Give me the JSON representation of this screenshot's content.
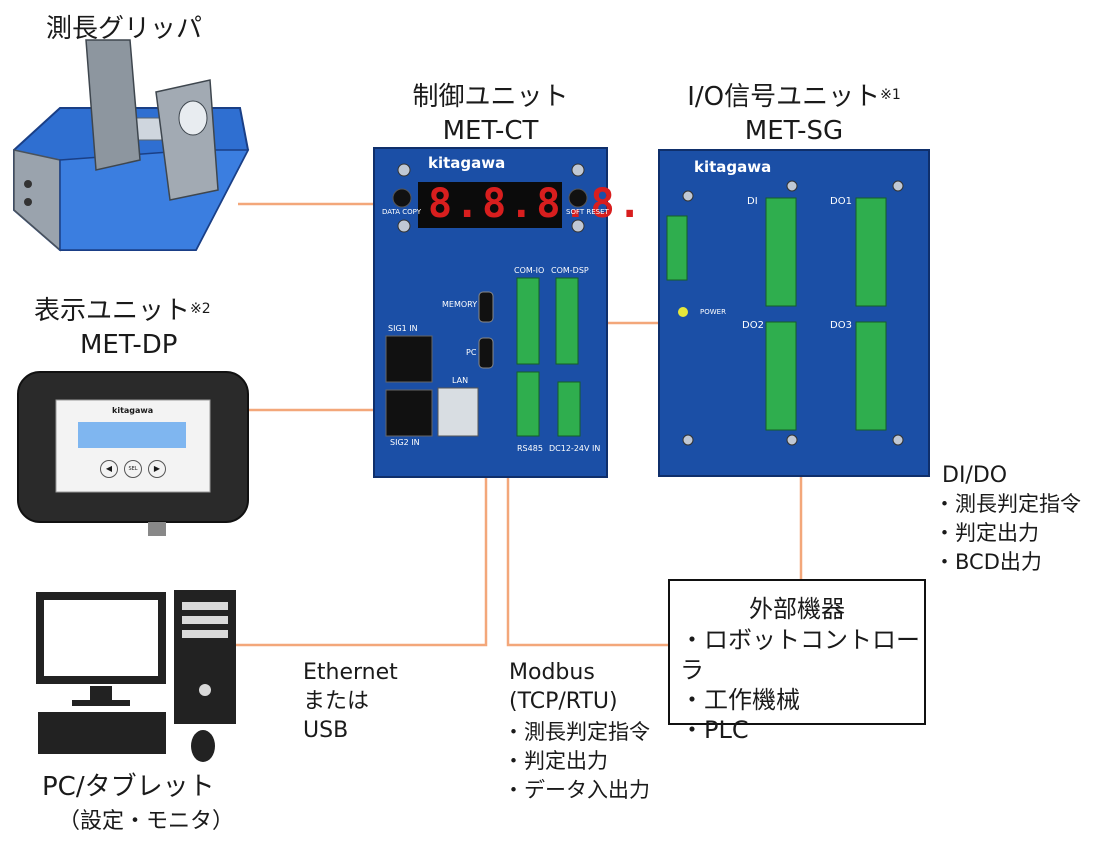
{
  "colors": {
    "line": "#f3a77a",
    "panel": "#1b4fa6",
    "panel_dark": "#123b82",
    "led": "#d81e1e",
    "terminal": "#2fae4e"
  },
  "gripper": {
    "title": "測長グリッパ"
  },
  "control_unit": {
    "title": "制御ユニット",
    "model": "MET-CT",
    "brand": "kitagawa",
    "ports": [
      "DATA COPY",
      "SOFT RESET",
      "COM-IO",
      "COM-DSP",
      "MEMORY",
      "PC",
      "SIG1 IN",
      "SIG2 IN",
      "LAN",
      "RS485",
      "DC12-24V IN"
    ]
  },
  "io_unit": {
    "title": "I/O信号ユニット",
    "note": "※1",
    "model": "MET-SG",
    "brand": "kitagawa",
    "groups": [
      "DI",
      "DO1",
      "DO2",
      "DO3"
    ],
    "power_label": "POWER"
  },
  "display_unit": {
    "title": "表示ユニット",
    "note": "※2",
    "model": "MET-DP",
    "brand": "kitagawa",
    "buttons": [
      "◀",
      "SEL",
      "▶"
    ]
  },
  "pc": {
    "title": "PC/タブレット",
    "subtitle": "（設定・モニタ）"
  },
  "ethernet": {
    "lines": [
      "Ethernet",
      "または",
      "USB"
    ]
  },
  "modbus": {
    "title": "Modbus",
    "subtitle": "(TCP/RTU)",
    "items": [
      "測長判定指令",
      "判定出力",
      "データ入出力"
    ]
  },
  "dido": {
    "title": "DI/DO",
    "items": [
      "測長判定指令",
      "判定出力",
      "BCD出力"
    ]
  },
  "external": {
    "title": "外部機器",
    "items": [
      "ロボットコントローラ",
      "工作機械",
      "PLC"
    ]
  }
}
